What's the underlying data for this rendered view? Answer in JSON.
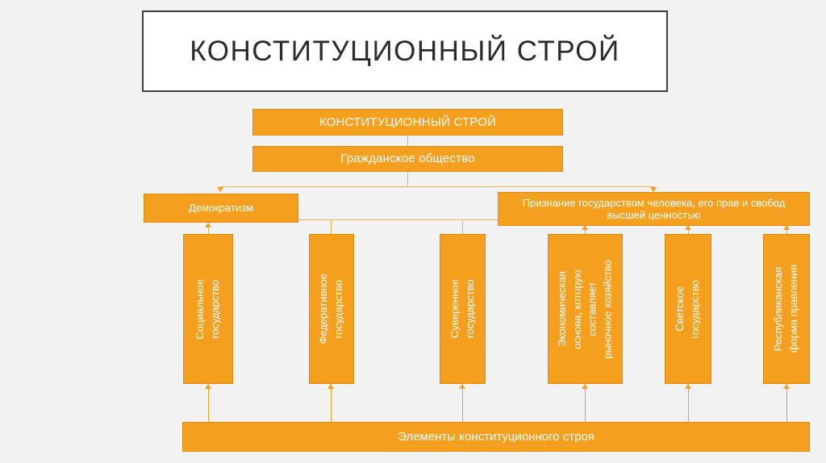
{
  "slide": {
    "title": "КОНСТИТУЦИОННЫЙ СТРОЙ",
    "background_color": "#f2f2f2",
    "accent_color": "#f4a01e",
    "accent_border_color": "#d98b12",
    "connector_color": "#f0b255",
    "title_border_color": "#3f3f3f",
    "text_color": "#ffffff"
  },
  "nodes": {
    "root": "КОНСТИТУЦИОННЫЙ СТРОЙ",
    "civil_society": "Гражданское общество",
    "democratism": "Демократизм",
    "human_recognition": "Признание государством человека, его прав и свобод высшей ценностью",
    "base": "Элементы конституционного строя"
  },
  "columns": [
    {
      "id": "social-state",
      "label": "Социальное\nгосударство"
    },
    {
      "id": "federative-state",
      "label": "Федеративное\nгосударство"
    },
    {
      "id": "sovereign-state",
      "label": "Суверенное\nгосударство"
    },
    {
      "id": "economic-basis",
      "label": "Экономическая\nоснова, которую\nсоставляет\nрыночное хозяйство"
    },
    {
      "id": "secular-state",
      "label": "Светское\nгосударство"
    },
    {
      "id": "republican-form",
      "label": "Республиканская\nформа правления"
    }
  ]
}
